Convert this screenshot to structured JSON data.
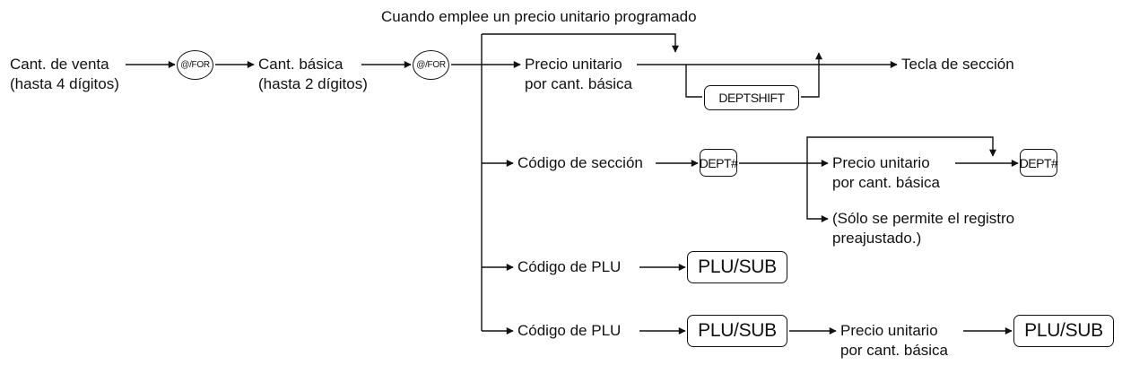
{
  "diagram": {
    "header": "Cuando emplee un precio unitario programado",
    "steps": {
      "qty_line1": "Cant. de venta",
      "qty_line2": "(hasta 4 dígitos)",
      "base_line1": "Cant. básica",
      "base_line2": "(hasta 2 dígitos)",
      "price1_line1": "Precio unitario",
      "price1_line2": "por cant. básica",
      "dept_key_target": "Tecla de sección",
      "dept_code": "Código de sección",
      "price2_line1": "Precio unitario",
      "price2_line2": "por cant. básica",
      "preset_line1": "(Sólo se permite el registro",
      "preset_line2": "preajustado.)",
      "plu_code_a": "Código de PLU",
      "plu_code_b": "Código de PLU",
      "price3_line1": "Precio unitario",
      "price3_line2": "por cant. básica"
    },
    "keys": {
      "for_key_1": "@/FOR",
      "for_key_2": "@/FOR",
      "deptshift": "DEPTSHIFT",
      "dept_hash_1": "DEPT#",
      "dept_hash_2": "DEPT#",
      "plu_sub_1": "PLU/SUB",
      "plu_sub_2": "PLU/SUB",
      "plu_sub_3": "PLU/SUB"
    }
  }
}
